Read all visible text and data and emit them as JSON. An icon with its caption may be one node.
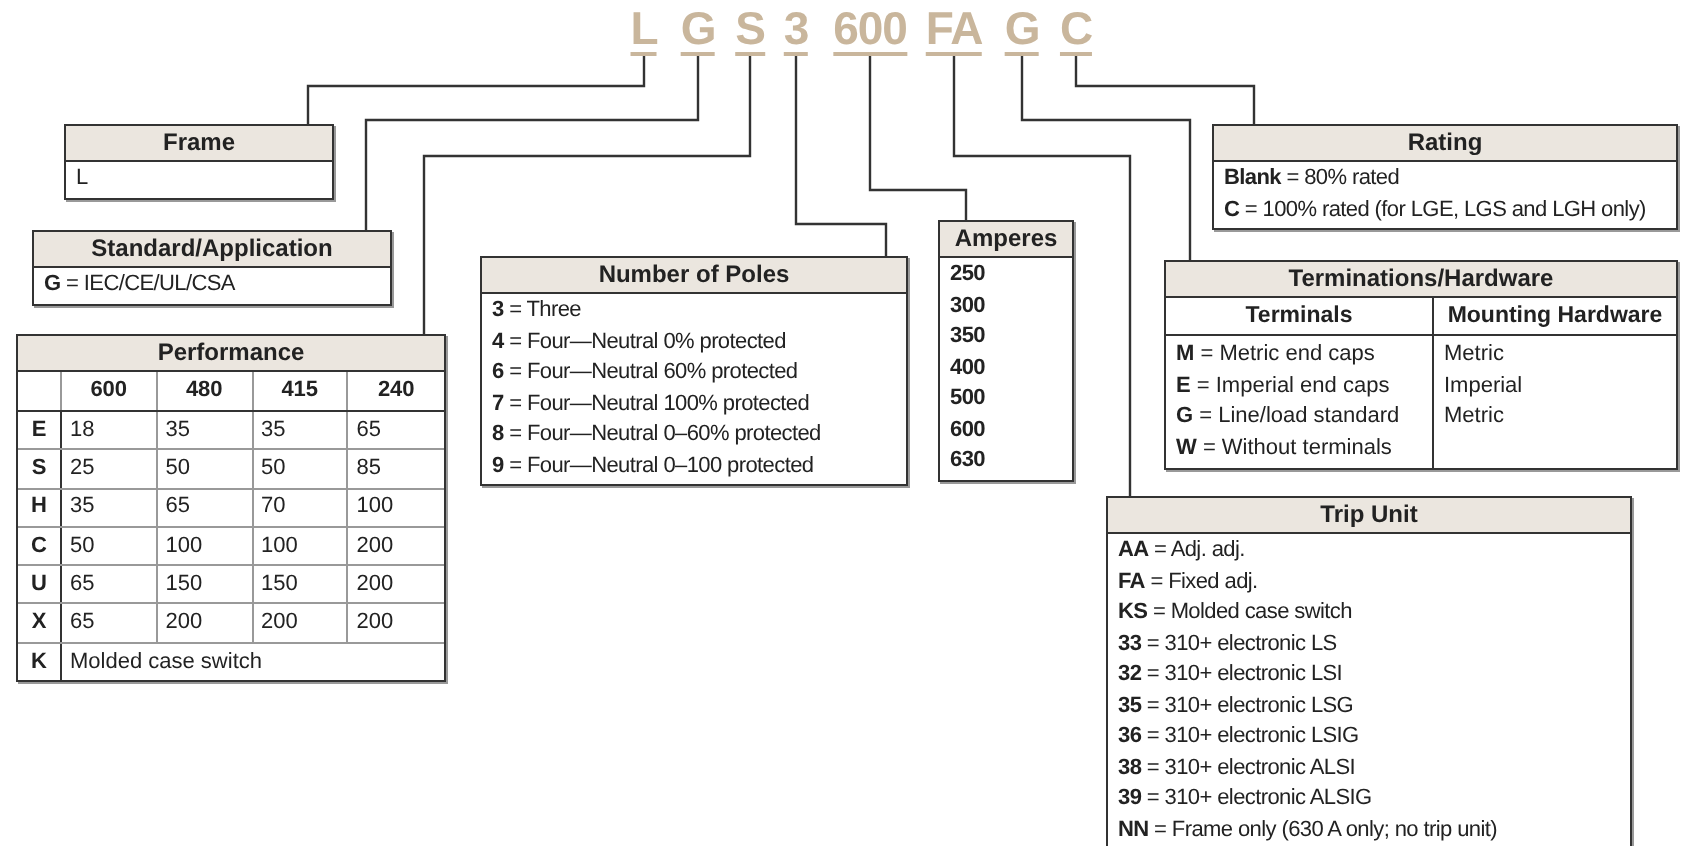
{
  "diagram": {
    "nodes": [
      {
        "text": [
          "L"
        ]
      },
      {
        "text": [
          "G"
        ]
      },
      {
        "text": [
          "S"
        ]
      },
      {
        "text": [
          "3"
        ]
      },
      {
        "text": [
          "600"
        ]
      },
      {
        "text": [
          "FA"
        ]
      },
      {
        "text": [
          "G"
        ]
      },
      {
        "text": [
          "C"
        ]
      },
      {
        "text": [
          "Frame",
          "L"
        ]
      },
      {
        "text": [
          "Standard/Application",
          "**G** = IEC/CE/UL/CSA"
        ]
      },
      {
        "text": [
          "Performance",
          "600",
          "480",
          "415",
          "240",
          "E",
          "18",
          "35",
          "35",
          "65",
          "S",
          "25",
          "50",
          "50",
          "85",
          "H",
          "35",
          "65",
          "70",
          "100",
          "C",
          "50",
          "100",
          "100",
          "200",
          "U",
          "65",
          "150",
          "150",
          "200",
          "X",
          "65",
          "200",
          "200",
          "200",
          "K",
          "Molded case switch"
        ]
      },
      {
        "text": [
          "Number of Poles",
          "**3** = Three",
          "**4** = Four—Neutral 0% protected",
          "**6** = Four—Neutral 60% protected",
          "**7** = Four—Neutral 100% protected",
          "**8** = Four—Neutral 0–60% protected",
          "**9** = Four—Neutral 0–100 protected"
        ]
      },
      {
        "text": [
          "Amperes",
          "250",
          "300",
          "350",
          "400",
          "500",
          "600",
          "630"
        ]
      },
      {
        "text": [
          "Rating",
          "**Blank** = 80% rated",
          "**C** = 100% rated (for LGE, LGS and LGH only)"
        ]
      },
      {
        "text": [
          "Terminations/Hardware",
          "Terminals",
          "Mounting Hardware",
          "**M** = Metric end caps",
          "Metric",
          "**E** = Imperial end caps",
          "Imperial",
          "**G** = Line/load standard",
          "Metric",
          "**W** = Without terminals"
        ]
      },
      {
        "text": [
          "Trip Unit",
          "**AA** = Adj. adj.",
          "**FA** = Fixed adj.",
          "**KS** = Molded case switch",
          " **33** = 310+ electronic LS",
          " **32** = 310+ electronic LSI",
          " **35** = 310+ electronic LSG",
          " **36** = 310+ electronic LSIG",
          " **38** = 310+ electronic ALSI",
          " **39** = 310+ electronic ALSIG",
          "**NN** = Frame only (630 A only; no trip unit)"
        ]
      }
    ],
    "edges": [
      {
        "from": 0,
        "to": 8,
        "arrow": "none"
      },
      {
        "from": 1,
        "to": 9,
        "arrow": "none"
      },
      {
        "from": 2,
        "to": 10,
        "arrow": "none"
      },
      {
        "from": 3,
        "to": 11,
        "arrow": "none"
      },
      {
        "from": 4,
        "to": 12,
        "arrow": "none"
      },
      {
        "from": 5,
        "to": 15,
        "arrow": "none"
      },
      {
        "from": 6,
        "to": 14,
        "arrow": "none"
      },
      {
        "from": 7,
        "to": 13,
        "arrow": "none"
      }
    ]
  }
}
